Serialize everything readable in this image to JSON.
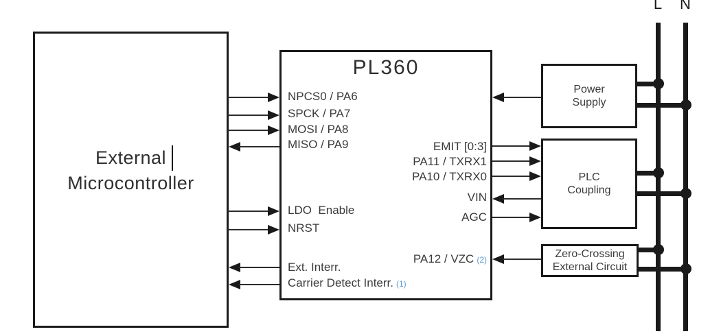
{
  "diagram": {
    "mcu": {
      "line1": "External",
      "line2": "Microcontroller"
    },
    "pl360": {
      "title": "PL360",
      "left_pins": [
        {
          "label": "NPCS0 / PA6"
        },
        {
          "label": "SPCK / PA7"
        },
        {
          "label": "MOSI / PA8"
        },
        {
          "label": "MISO / PA9"
        },
        {
          "label": "LDO  Enable"
        },
        {
          "label": "NRST"
        },
        {
          "label": "Ext. Interr."
        },
        {
          "label": "Carrier Detect Interr.",
          "note": "(1)"
        }
      ],
      "right_pins": [
        {
          "label": "EMIT [0:3]"
        },
        {
          "label": "PA11 / TXRX1"
        },
        {
          "label": "PA10 / TXRX0"
        },
        {
          "label": "VIN"
        },
        {
          "label": "AGC"
        },
        {
          "label": "PA12 / VZC",
          "note": "(2)"
        }
      ]
    },
    "power_supply": {
      "line1": "Power",
      "line2": "Supply"
    },
    "plc_coupling": {
      "line1": "PLC",
      "line2": "Coupling"
    },
    "zero_crossing": {
      "line1": "Zero-Crossing",
      "line2": "External Circuit"
    },
    "power_lines": {
      "l_label": "L",
      "n_label": "N"
    },
    "colors": {
      "line": "#1a1a1a",
      "text": "#3b3b3b",
      "note_blue": "#5b9bd5"
    }
  }
}
